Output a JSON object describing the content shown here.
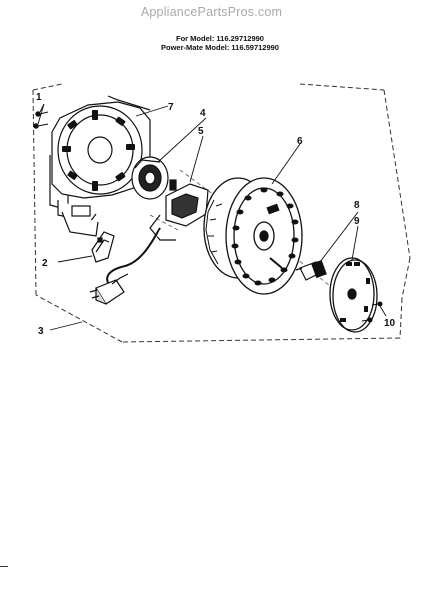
{
  "watermark": "AppliancePartsPros.com",
  "header": {
    "line1": "For Model: 116.29712990",
    "line2": "Power-Mate Model: 116.59712990"
  },
  "callouts": [
    "1",
    "2",
    "3",
    "4",
    "5",
    "6",
    "7",
    "8",
    "9",
    "10"
  ]
}
